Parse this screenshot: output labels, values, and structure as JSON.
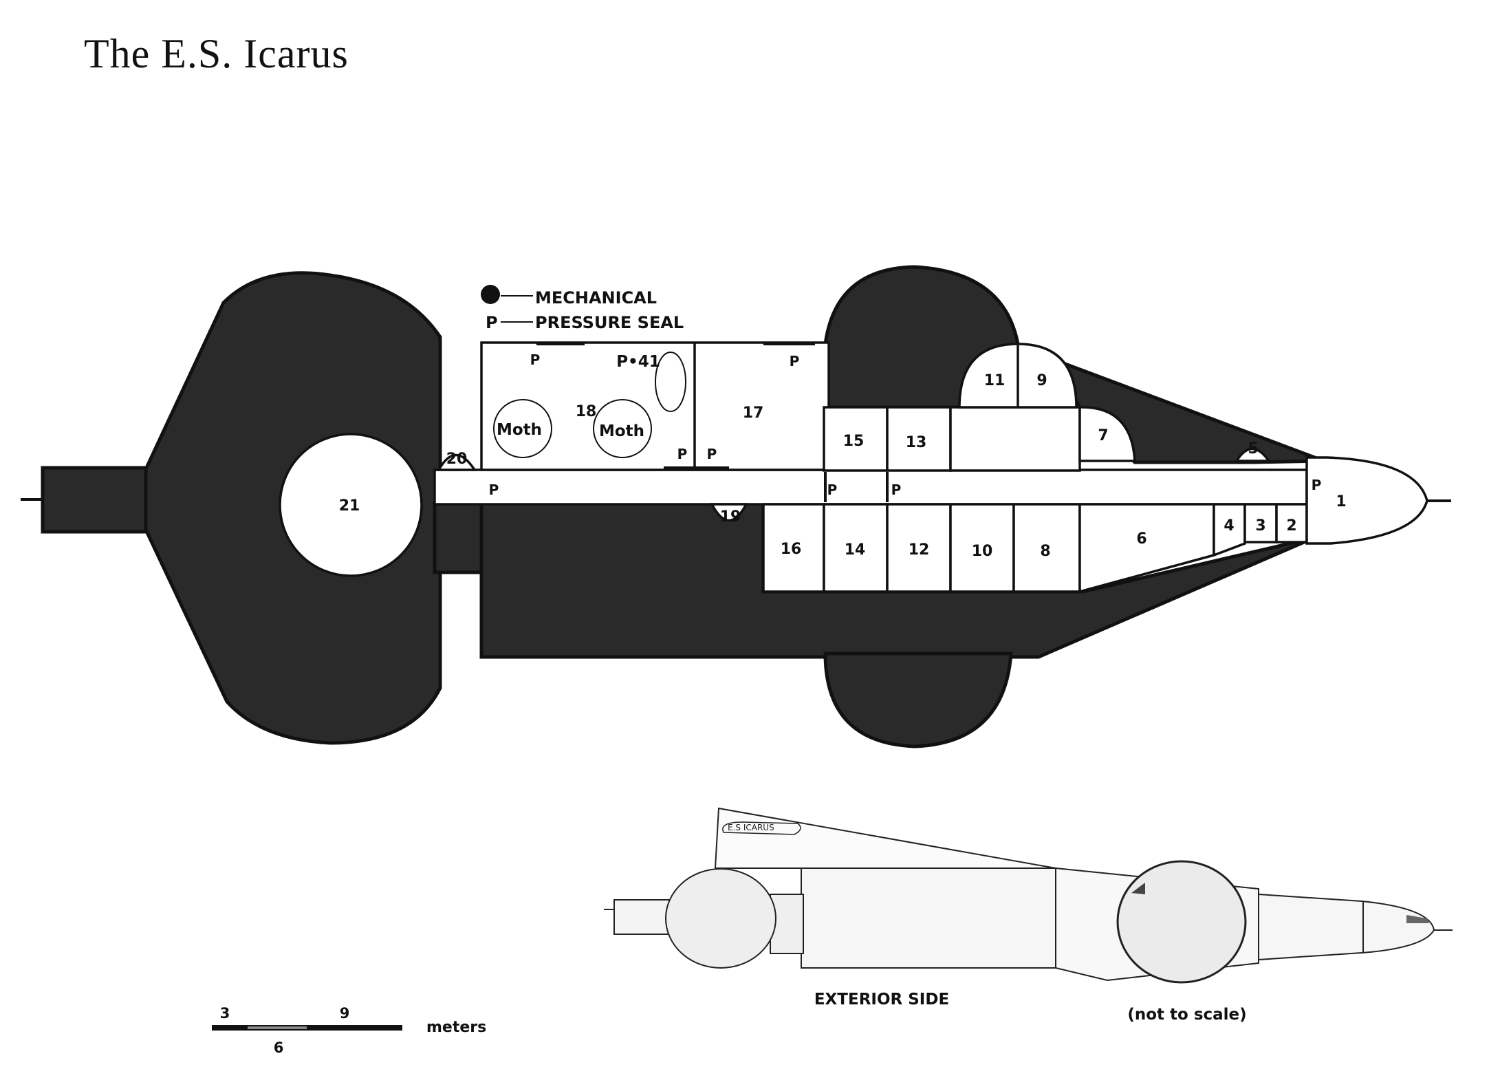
{
  "title": "The  E.S. Icarus",
  "legend": {
    "mechanical": "MECHANICAL",
    "pressure_symbol": "P",
    "pressure_seal": "PRESSURE  SEAL"
  },
  "rooms": {
    "r1": "1",
    "r2": "2",
    "r3": "3",
    "r4": "4",
    "r5": "5",
    "r6": "6",
    "r7": "7",
    "r8": "8",
    "r9": "9",
    "r10": "10",
    "r11": "11",
    "r12": "12",
    "r13": "13",
    "r14": "14",
    "r15": "15",
    "r16": "16",
    "r17": "17",
    "r18": "18",
    "r19": "19",
    "r20": "20",
    "r21": "21"
  },
  "pressure_seal_marker": "P",
  "item_41": "P•41",
  "moth": "Moth",
  "scale": {
    "tick_3": "3",
    "tick_9": "9",
    "tick_6": "6",
    "unit": "meters"
  },
  "exterior": {
    "ship_label": "E.S ICARUS",
    "caption": "EXTERIOR  SIDE",
    "note": "(not  to  scale)"
  },
  "colors": {
    "ink": "#111111",
    "mechanical_fill": "#2a2a2a",
    "background": "#ffffff"
  }
}
